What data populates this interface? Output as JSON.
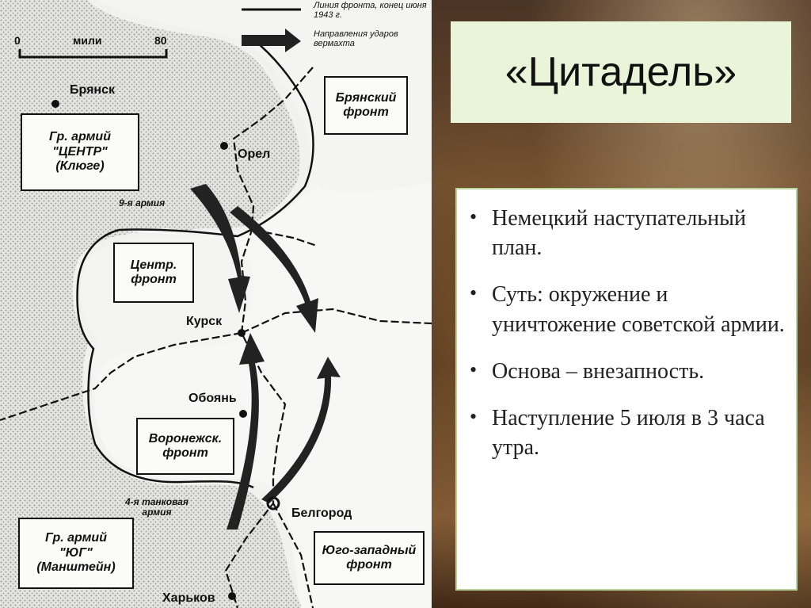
{
  "map": {
    "legend": {
      "front_line": "Линия фронта, конец июня 1943 г.",
      "attack_direction": "Направления ударов вермахта"
    },
    "scale": {
      "zero": "0",
      "unit": "мили",
      "max": "80"
    },
    "cities": {
      "bryansk": "Брянск",
      "orel": "Орел",
      "kursk": "Курск",
      "oboyan": "Обоянь",
      "belgorod": "Белгород",
      "kharkov": "Харьков"
    },
    "boxes": {
      "army_group_center": [
        "Гр. армий",
        "\"ЦЕНТР\"",
        "(Клюге)"
      ],
      "bryansk_front": [
        "Брянский",
        "фронт"
      ],
      "central_front": [
        "Центр.",
        "фронт"
      ],
      "voronezh_front": [
        "Воронежск.",
        "фронт"
      ],
      "army_group_south": [
        "Гр. армий",
        "\"ЮГ\"",
        "(Манштейн)"
      ],
      "southwest_front": [
        "Юго-западный",
        "фронт"
      ]
    },
    "armies": {
      "ninth": "9-я армия",
      "fourth_panzer": [
        "4-я танковая",
        "армия"
      ]
    }
  },
  "slide": {
    "title": "«Цитадель»",
    "bullets": [
      "Немецкий наступательный план.",
      "Суть: окружение и уничтожение советской армии.",
      "Основа – внезапность.",
      "Наступление 5 июля в 3 часа утра."
    ],
    "bullet_icon": "•",
    "colors": {
      "title_bg": "#eaf4d8",
      "content_border": "#b9d39a"
    }
  }
}
